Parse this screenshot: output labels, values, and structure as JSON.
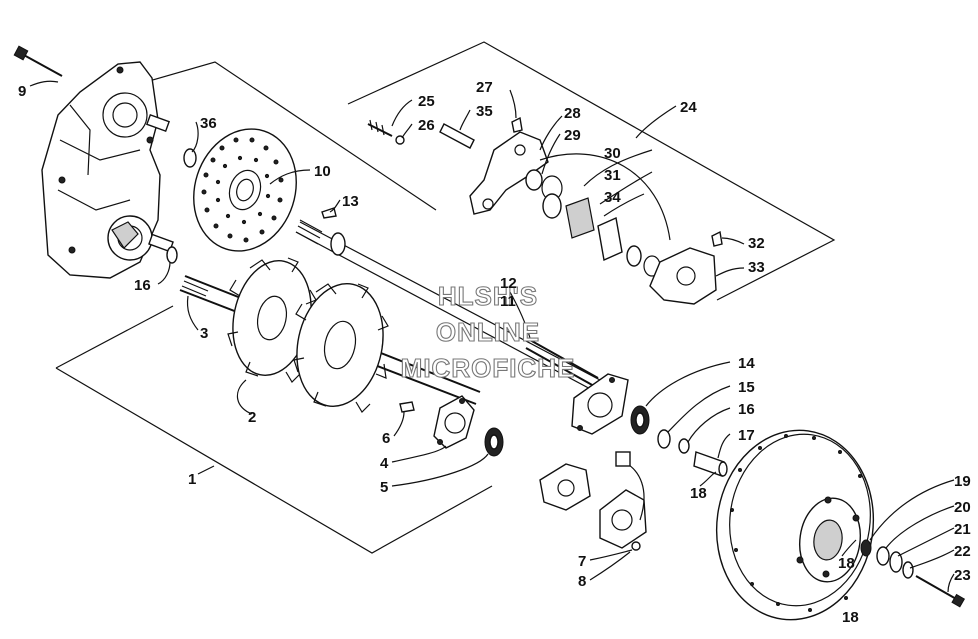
{
  "diagram": {
    "watermark": [
      "HLSH'S",
      "ONLINE",
      "MICROFICHE"
    ],
    "labels": {
      "p1": "1",
      "p2": "2",
      "p3": "3",
      "p4": "4",
      "p5": "5",
      "p6": "6",
      "p7": "7",
      "p8": "8",
      "p9": "9",
      "p10": "10",
      "p11": "11",
      "p12": "12",
      "p13": "13",
      "p14": "14",
      "p15": "15",
      "p16": "16",
      "p16b": "16",
      "p17": "17",
      "p18a": "18",
      "p18b": "18",
      "p18c": "18",
      "p19": "19",
      "p20": "20",
      "p21": "21",
      "p22": "22",
      "p23": "23",
      "p24": "24",
      "p25": "25",
      "p26": "26",
      "p27": "27",
      "p28": "28",
      "p29": "29",
      "p30": "30",
      "p31": "31",
      "p32": "32",
      "p33": "33",
      "p34": "34",
      "p35": "35",
      "p36": "36"
    }
  }
}
